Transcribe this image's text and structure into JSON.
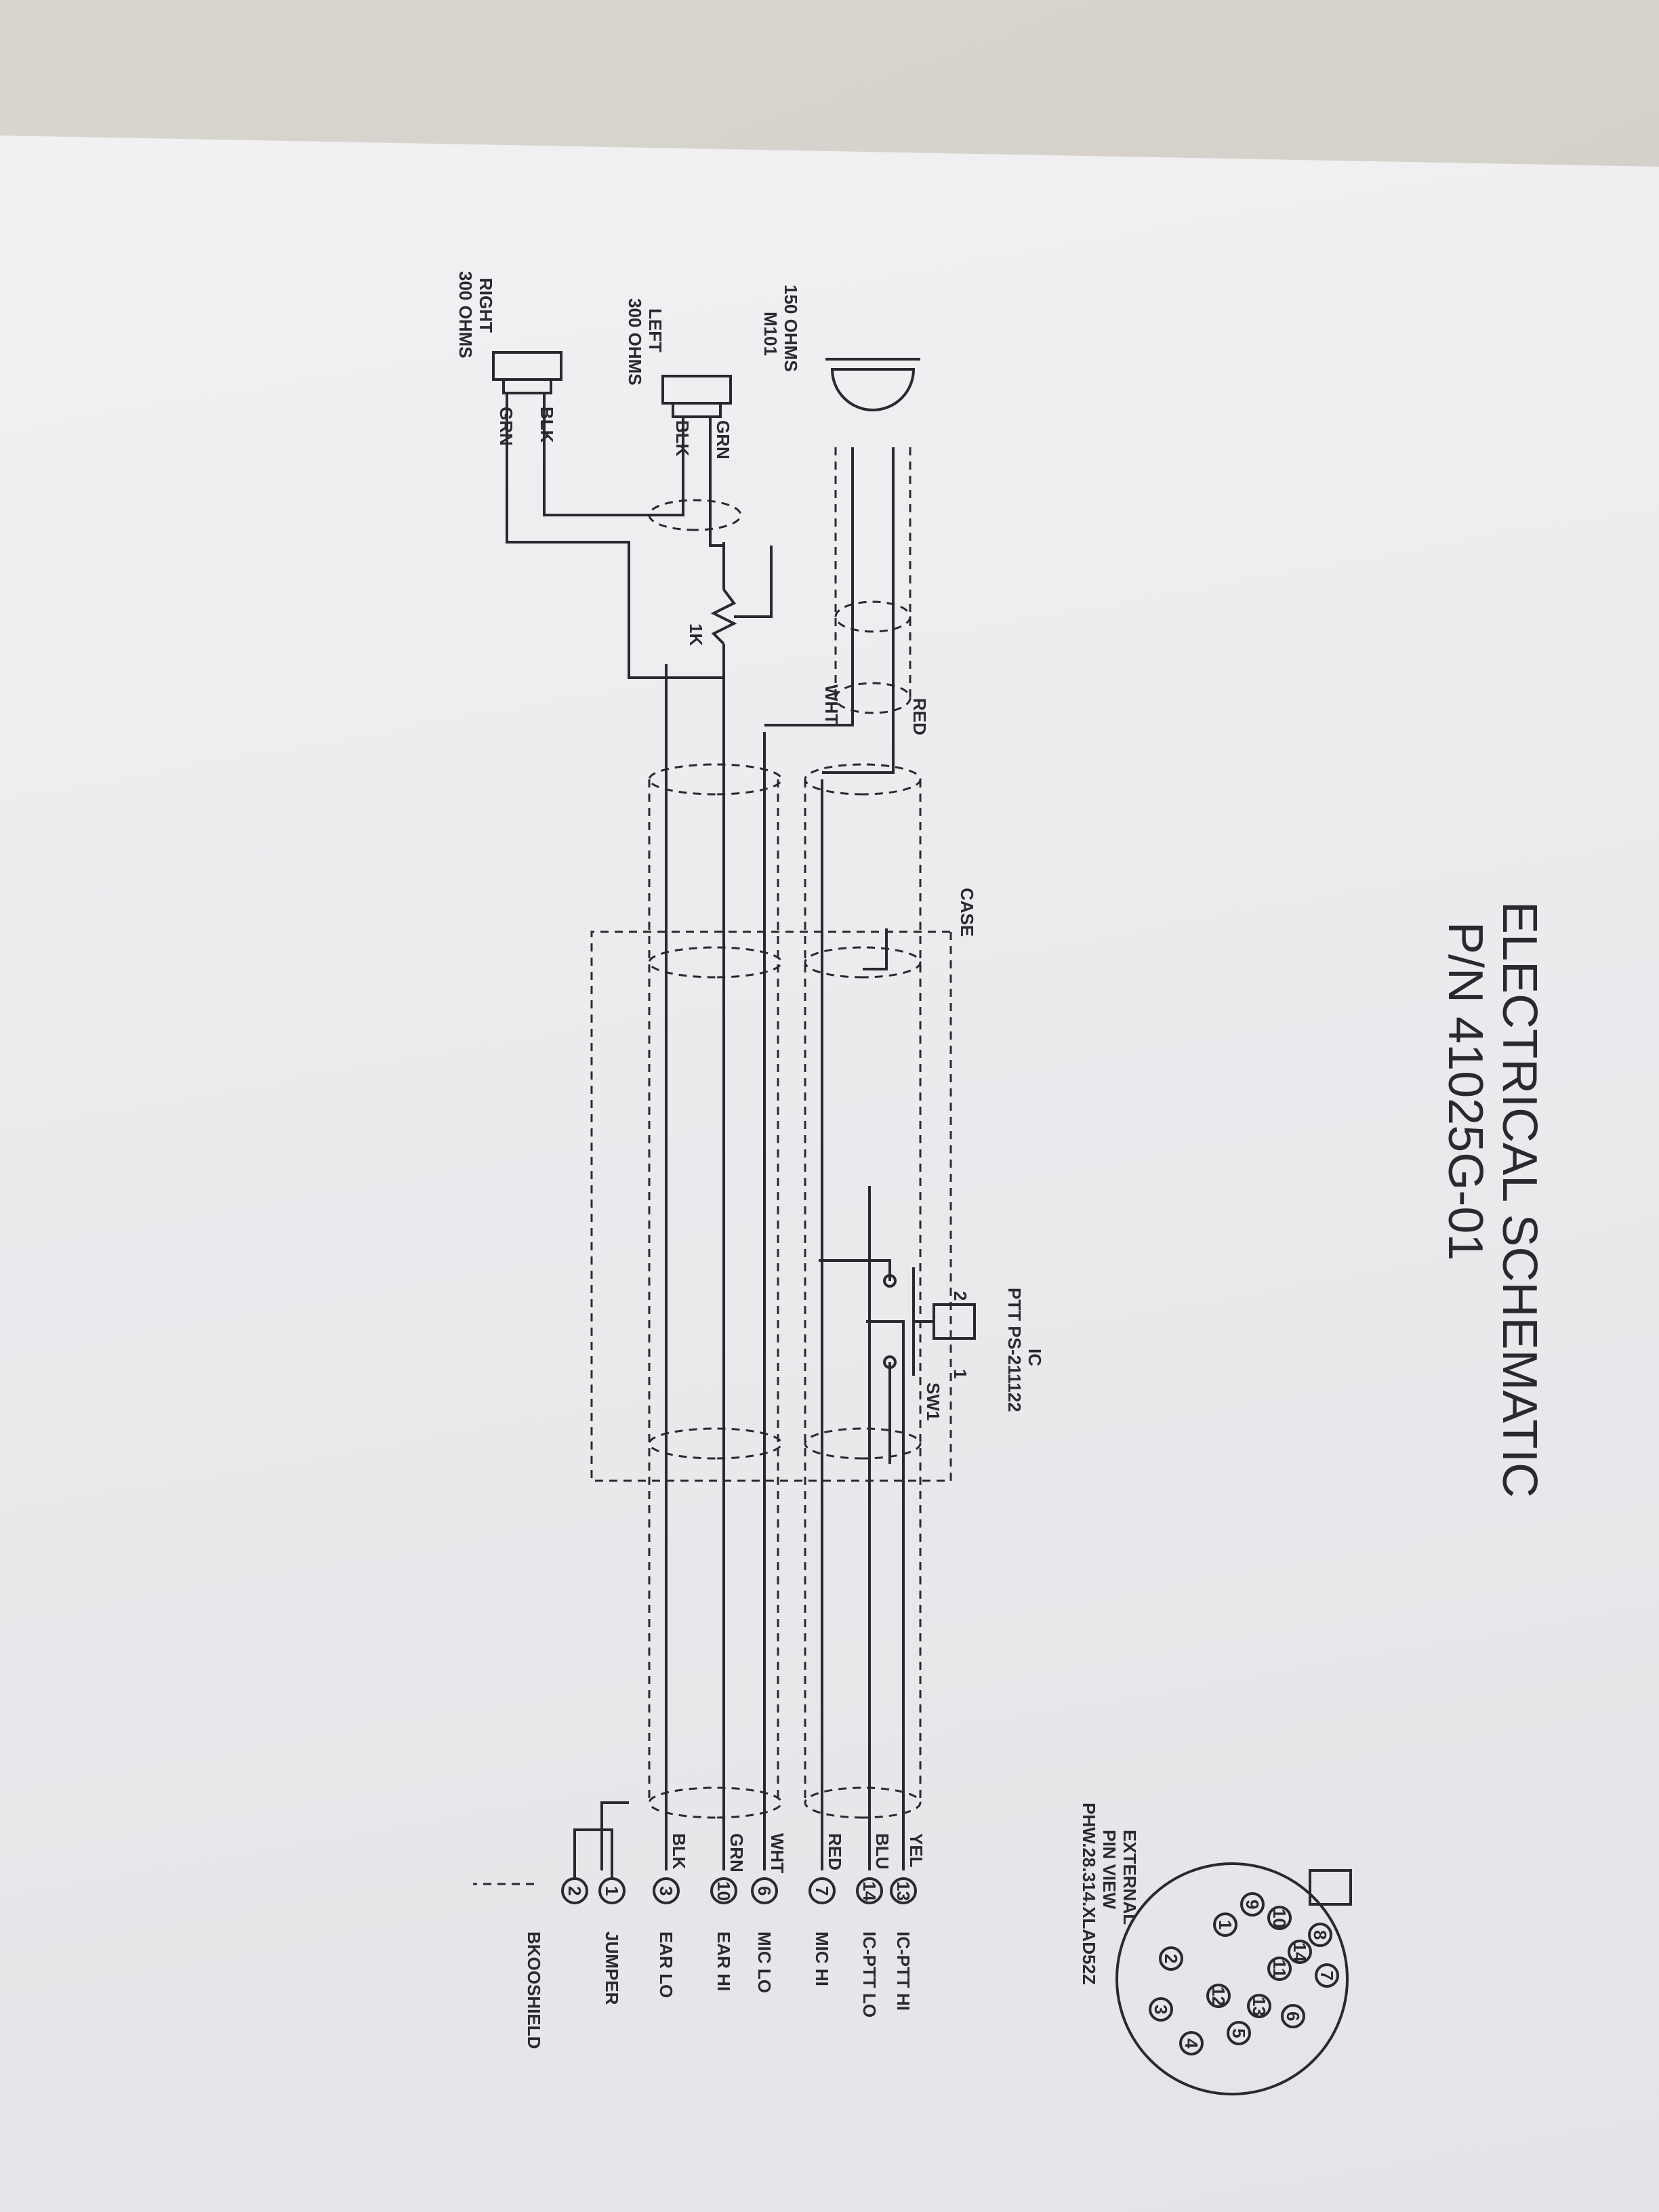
{
  "title": {
    "line1": "ELECTRICAL SCHEMATIC",
    "line2": "P/N 41025G-01"
  },
  "connector": {
    "caption1": "EXTERNAL",
    "caption2": "PIN VIEW",
    "caption3": "PHW.28.314.XLAD52Z",
    "pins": [
      "1",
      "2",
      "3",
      "4",
      "5",
      "6",
      "7",
      "8",
      "9",
      "10",
      "11",
      "12",
      "13",
      "14"
    ]
  },
  "pinout": [
    {
      "pin": "13",
      "wire": "YEL",
      "signal": "IC-PTT HI"
    },
    {
      "pin": "14",
      "wire": "BLU",
      "signal": "IC-PTT LO"
    },
    {
      "pin": "7",
      "wire": "RED",
      "signal": "MIC HI"
    },
    {
      "pin": "6",
      "wire": "WHT",
      "signal": "MIC LO"
    },
    {
      "pin": "10",
      "wire": "GRN",
      "signal": "EAR HI"
    },
    {
      "pin": "3",
      "wire": "BLK",
      "signal": "EAR LO"
    },
    {
      "pin": "1",
      "wire": "",
      "signal": "JUMPER"
    },
    {
      "pin": "2",
      "wire": "",
      "signal": ""
    },
    {
      "pin": "",
      "wire": "",
      "signal": "BKOOSHIELD"
    }
  ],
  "switch": {
    "name1": "IC",
    "name2": "PTT PS-211122",
    "ref": "SW1",
    "pin1": "1",
    "pin2": "2"
  },
  "case_label": "CASE",
  "mic": {
    "ref": "M101",
    "value": "150 OHMS",
    "wire_hi": "RED",
    "wire_lo": "WHT"
  },
  "pot": {
    "value": "1K"
  },
  "ear_left": {
    "value": "300 OHMS",
    "side": "LEFT",
    "wire_a": "GRN",
    "wire_b": "BLK"
  },
  "ear_right": {
    "value": "300 OHMS",
    "side": "RIGHT",
    "wire_a": "BLK",
    "wire_b": "GRN"
  }
}
